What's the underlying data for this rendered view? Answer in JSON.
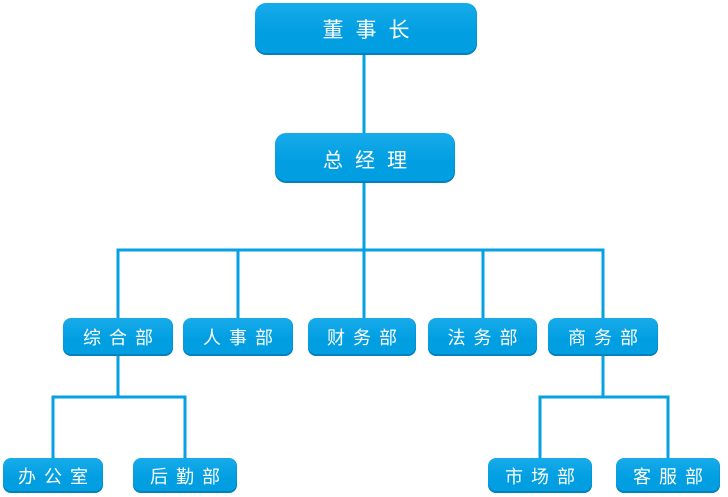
{
  "theme": {
    "background": "#ffffff",
    "node_fill": "#019fe2",
    "node_fill_light": "#18abea",
    "node_text": "#ffffff",
    "connector_color": "#05a1e2"
  },
  "org": {
    "type": "org-chart",
    "root": {
      "label": "董事长",
      "children": [
        {
          "label": "总经理",
          "children": [
            {
              "label": "综合部",
              "children": [
                {
                  "label": "办公室"
                },
                {
                  "label": "后勤部"
                }
              ]
            },
            {
              "label": "人事部"
            },
            {
              "label": "财务部"
            },
            {
              "label": "法务部"
            },
            {
              "label": "商务部",
              "children": [
                {
                  "label": "市场部"
                },
                {
                  "label": "客服部"
                }
              ]
            }
          ]
        }
      ]
    }
  }
}
